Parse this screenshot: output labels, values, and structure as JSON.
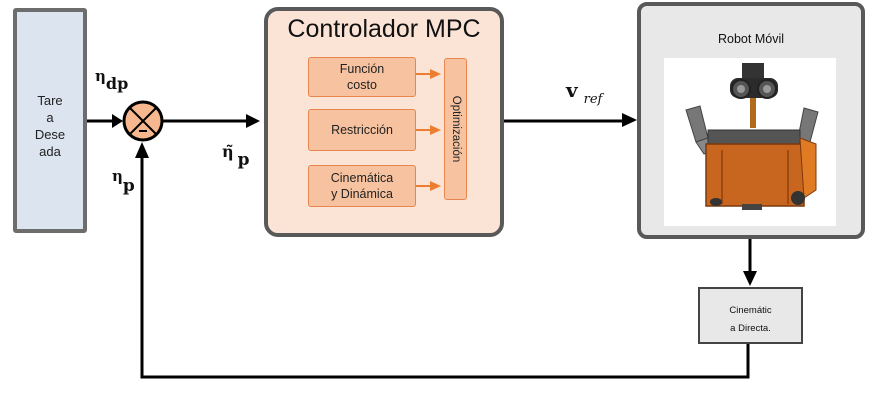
{
  "tarea": {
    "label": "Tare\na\nDese\nada"
  },
  "mpc": {
    "title": "Controlador MPC",
    "blocks": [
      "Función\ncosto",
      "Restricción",
      "Cinemática\ny Dinámica"
    ],
    "optimization": "Optimización"
  },
  "robot": {
    "title": "Robot Móvil"
  },
  "cinematica": {
    "label": "Cinemátic\na Directa."
  },
  "signals": {
    "eta": "η",
    "eta_dp_sub": "dp",
    "eta_tilde": "η̃",
    "p_sub": "p",
    "v": "v",
    "v_sub": "ref"
  },
  "colors": {
    "arrow": "#000000",
    "sub_arrow": "#ed7d31",
    "block_fill": "#f7c29f",
    "mpc_fill": "#fbe4d6",
    "tarea_fill": "#dbe4ef",
    "robot_body": "#c8651e"
  }
}
